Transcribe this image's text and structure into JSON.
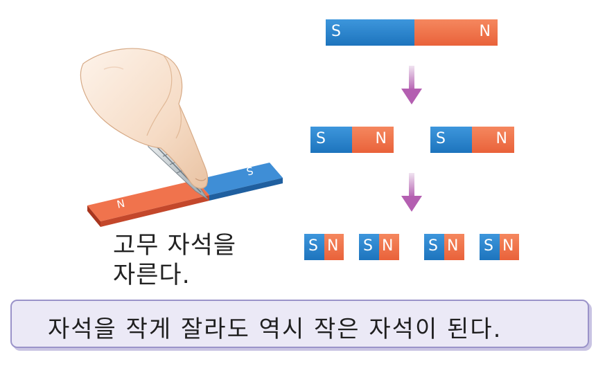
{
  "caption": {
    "line1": "고무 자석을",
    "line2": "자른다."
  },
  "banner": {
    "text": "자석을 작게 잘라도 역시 작은 자석이 된다."
  },
  "illustration_magnet": {
    "s": "S",
    "n": "N"
  },
  "stages": {
    "whole": [
      {
        "s": "S",
        "n": "N"
      }
    ],
    "halves": [
      {
        "s": "S",
        "n": "N"
      },
      {
        "s": "S",
        "n": "N"
      }
    ],
    "quarters": [
      {
        "s": "S",
        "n": "N"
      },
      {
        "s": "S",
        "n": "N"
      },
      {
        "s": "S",
        "n": "N"
      },
      {
        "s": "S",
        "n": "N"
      }
    ]
  },
  "colors": {
    "south": "#2a83cc",
    "north": "#ee6d44",
    "arrow": "#b45fb1",
    "banner_border": "#9a93c9",
    "banner_fill": "#ebe9f6"
  }
}
